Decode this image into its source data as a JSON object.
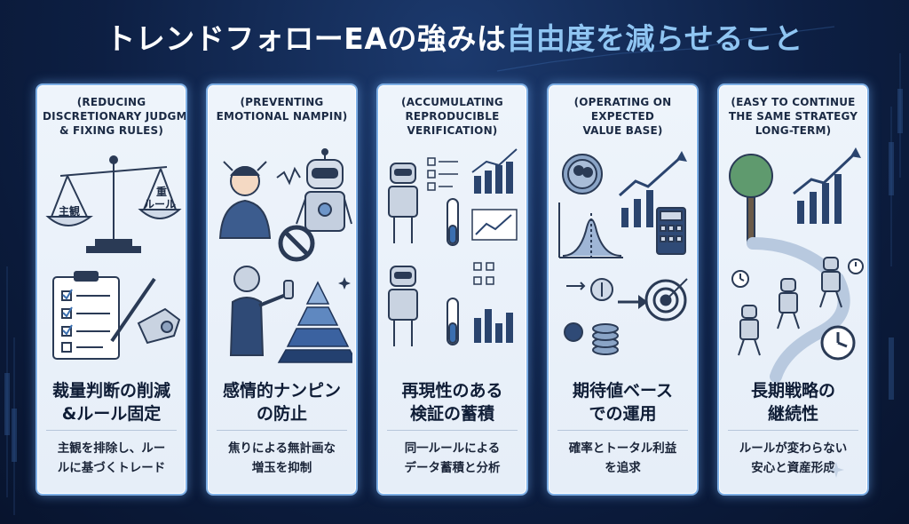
{
  "title": {
    "main": "トレンドフォローEAの強みは",
    "highlight": "自由度を減らせること"
  },
  "colors": {
    "background": "#0d1f43",
    "highlight": "#8fc5f2",
    "card_border": "#7fb0e6",
    "icon_navy": "#2a446e"
  },
  "cards": [
    {
      "en": [
        "(REDUCING",
        "DISCRETIONARY JUDGMENT",
        "& FIXING RULES)"
      ],
      "icons": [
        "balance-scale-icon",
        "clipboard-checklist-icon",
        "robot-hand-pen-icon"
      ],
      "scale_left": "主観",
      "scale_right_top": "重",
      "scale_right": "ルール",
      "jp_title": [
        "裁量判断の削減",
        "&ルール固定"
      ],
      "jp_desc": [
        "主観を排除し、ルー",
        "ルに基づくトレード"
      ]
    },
    {
      "en": [
        "(PREVENTING",
        "EMOTIONAL NAMPIN)"
      ],
      "icons": [
        "stressed-person-icon",
        "robot-icon",
        "prohibited-icon",
        "stop-hand-person-icon",
        "pyramid-icon"
      ],
      "jp_title": [
        "感情的ナンピン",
        "の防止"
      ],
      "jp_desc": [
        "焦りによる無計画な",
        "増玉を抑制"
      ]
    },
    {
      "en": [
        "(ACCUMULATING",
        "REPRODUCIBLE",
        "VERIFICATION)"
      ],
      "icons": [
        "robot-icon",
        "checklist-icon",
        "bar-chart-icon",
        "test-tube-icon",
        "line-chart-icon"
      ],
      "jp_title": [
        "再現性のある",
        "検証の蓄積"
      ],
      "jp_desc": [
        "同一ルールによる",
        "データ蓄積と分析"
      ]
    },
    {
      "en": [
        "(OPERATING ON",
        "EXPECTED",
        "VALUE BASE)"
      ],
      "icons": [
        "coin-icon",
        "bell-curve-icon",
        "growth-chart-icon",
        "calculator-icon",
        "target-icon",
        "coin-stack-icon"
      ],
      "jp_title": [
        "期待値ベース",
        "での運用"
      ],
      "jp_desc": [
        "確率とトータル利益",
        "を追求"
      ]
    },
    {
      "en": [
        "(EASY TO CONTINUE",
        "THE SAME STRATEGY",
        "LONG-TERM)"
      ],
      "icons": [
        "tree-icon",
        "growth-chart-icon",
        "clock-icon",
        "walking-robot-icon",
        "path-icon"
      ],
      "jp_title": [
        "長期戦略の",
        "継続性"
      ],
      "jp_desc": [
        "ルールが変わらない",
        "安心と資産形成"
      ]
    }
  ]
}
